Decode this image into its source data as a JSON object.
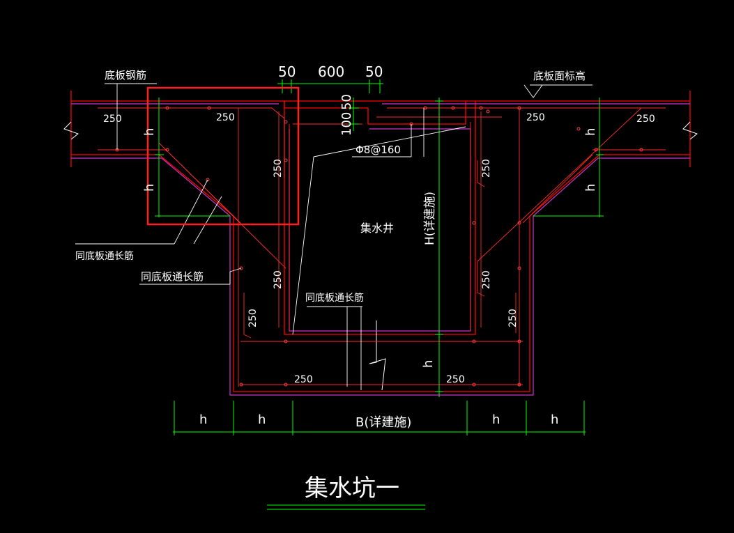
{
  "colors": {
    "background": "#000000",
    "concrete": "#ff0000",
    "rebar": "#ff3030",
    "outline": "#cc33cc",
    "dimension": "#00ff00",
    "text": "#ffffff",
    "highlight": "#ff2020"
  },
  "labels": {
    "bottom_slab_rebar": "底板钢筋",
    "slab_top_elevation": "底板面标高",
    "same_as_slab_rebar_1": "同底板通长筋",
    "same_as_slab_rebar_2": "同底板通长筋",
    "same_as_slab_rebar_3": "同底板通长筋",
    "sump_well": "集水井",
    "rebar_spec": "Φ8@160",
    "height_note": "H(详建施)",
    "width_note": "B(详建施)",
    "drawing_title": "集水坑一"
  },
  "dimensions": {
    "top_50_left": "50",
    "top_600": "600",
    "top_50_right": "50",
    "vertical_50": "50",
    "vertical_100": "100",
    "h": "h",
    "d250": "250"
  }
}
